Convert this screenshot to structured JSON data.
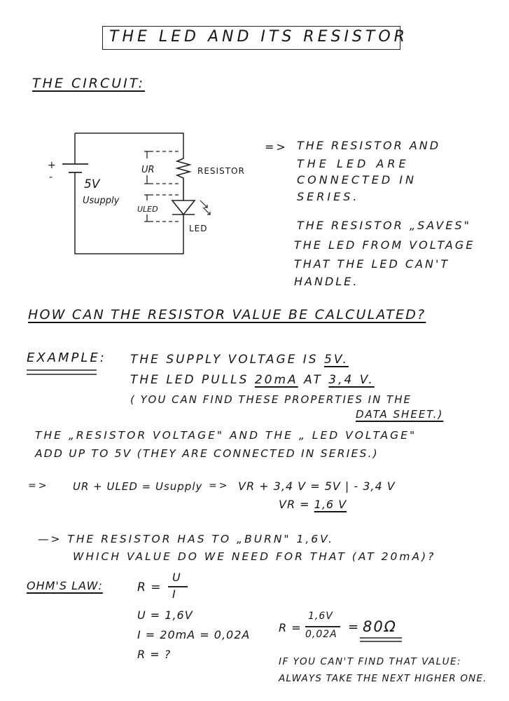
{
  "title": "THE LED AND ITS RESISTOR",
  "circuit": {
    "heading": "THE CIRCUIT:",
    "plus": "+",
    "minus": "-",
    "supply_value": "5V",
    "supply_label": "Usupply",
    "ur_label": "UR",
    "uled_label": "ULED",
    "resistor_label": "RESISTOR",
    "led_label": "LED"
  },
  "side_notes": {
    "arrow": "=>",
    "line1": "THE RESISTOR AND",
    "line2": "THE LED ARE",
    "line3": "CONNECTED IN",
    "line4": "SERIES.",
    "line5": "THE RESISTOR „SAVES\"",
    "line6": "THE LED FROM VOLTAGE",
    "line7": "THAT THE LED CAN'T",
    "line8": "HANDLE."
  },
  "question": "HOW CAN THE RESISTOR VALUE BE CALCULATED?",
  "example": {
    "label": "EXAMPLE:",
    "l1_pre": "THE SUPPLY VOLTAGE IS",
    "l1_val": "5V.",
    "l2_pre": "THE LED PULLS",
    "l2_val1": "20mA",
    "l2_mid": "AT",
    "l2_val2": "3,4 V.",
    "l3": "( YOU CAN FIND THESE PROPERTIES IN THE",
    "l4": "DATA SHEET.)"
  },
  "voltage_text": {
    "line1": "THE „RESISTOR VOLTAGE\" AND THE „ LED VOLTAGE\"",
    "line2": "ADD UP TO 5V (THEY ARE CONNECTED IN SERIES.)"
  },
  "equation": {
    "arrow": "=>",
    "lhs": "UR + ULED = Usupply",
    "arrow2": "=>",
    "rhs1": "VR + 3,4 V = 5V | - 3,4 V",
    "rhs2_pre": "VR =",
    "rhs2_val": "1,6 V"
  },
  "burn": {
    "line1": "—> THE RESISTOR HAS TO „BURN\" 1,6V.",
    "line2": "WHICH VALUE DO WE NEED FOR THAT (AT 20mA)?"
  },
  "ohm": {
    "label": "OHM'S LAW:",
    "r_eq": "R =",
    "u": "U",
    "i": "I",
    "g1": "U = 1,6V",
    "g2": "I = 20mA = 0,02A",
    "g3": "R = ?",
    "calc_r": "R =",
    "calc_num": "1,6V",
    "calc_den": "0,02A",
    "calc_eq": "=",
    "result": "80Ω",
    "note1": "IF YOU CAN'T FIND THAT VALUE:",
    "note2": "ALWAYS TAKE THE NEXT HIGHER ONE."
  }
}
